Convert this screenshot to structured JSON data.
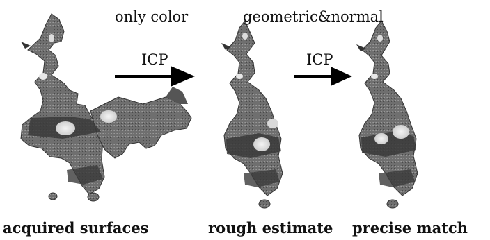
{
  "top_labels": {
    "stage1_method": "only color",
    "stage2_method": "geometric&normal"
  },
  "arrows": {
    "arrow1_label": "ICP",
    "arrow2_label": "ICP"
  },
  "captions": {
    "left": "acquired surfaces",
    "middle": "rough estimate",
    "right": "precise match"
  },
  "colors": {
    "surface_dark": "#3a3a3a",
    "surface_mid": "#7a7a7a",
    "surface_light": "#c8c8c8",
    "arrow": "#000000"
  }
}
